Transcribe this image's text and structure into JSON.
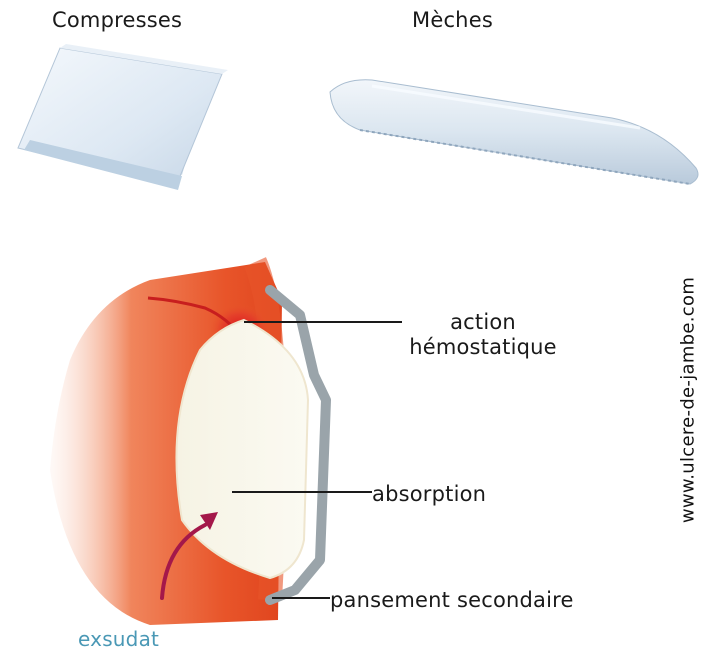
{
  "products": {
    "compresses": "Compresses",
    "meches": "Mèches"
  },
  "diagram": {
    "action_line1": "action",
    "action_line2": "hémostatique",
    "absorption": "absorption",
    "pansement": "pansement secondaire",
    "exsudat": "exsudat"
  },
  "watermark": "www.ulcere-de-jambe.com",
  "colors": {
    "wound": "#e8552a",
    "blood": "#d91c1c",
    "gauze": "#dce8f4",
    "dressing": "#9aa4aa",
    "exsudat_label": "#4a98b5"
  }
}
